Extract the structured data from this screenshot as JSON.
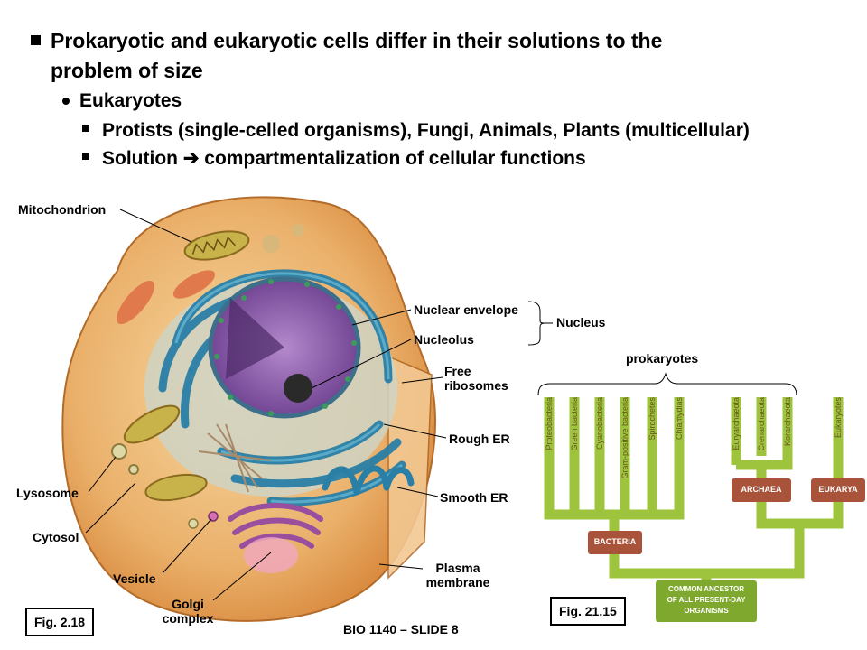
{
  "bullets": {
    "main_line1": "Prokaryotic and eukaryotic cells differ in their solutions to the",
    "main_line2": "problem of size",
    "sub": "Eukaryotes",
    "item1": "Protists (single-celled organisms), Fungi, Animals, Plants (multicellular)",
    "item2_pre": "Solution ",
    "item2_arrow": "➔",
    "item2_post": " compartmentalization of cellular functions"
  },
  "cell_labels": {
    "mitochondrion": "Mitochondrion",
    "nuclear_envelope": "Nuclear envelope",
    "nucleolus": "Nucleolus",
    "nucleus": "Nucleus",
    "free_ribosomes_1": "Free",
    "free_ribosomes_2": "ribosomes",
    "rough_er": "Rough ER",
    "smooth_er": "Smooth ER",
    "plasma_membrane_1": "Plasma",
    "plasma_membrane_2": "membrane",
    "lysosome": "Lysosome",
    "cytosol": "Cytosol",
    "vesicle": "Vesicle",
    "golgi_1": "Golgi",
    "golgi_2": "complex"
  },
  "tree": {
    "prokaryotes_label": "prokaryotes",
    "leaves": [
      "Proteobacteria",
      "Green bacteria",
      "Cyanobacteria",
      "Gram-positive bacteria",
      "Spirochetes",
      "Chlamydias",
      "Euryarchaeota",
      "Crenarchaeota",
      "Korarchaeota",
      "Eukaryotes"
    ],
    "bacteria": "BACTERIA",
    "archaea": "ARCHAEA",
    "eukarya": "EUKARYA",
    "ancestor_1": "COMMON ANCESTOR",
    "ancestor_2": "OF ALL PRESENT-DAY",
    "ancestor_3": "ORGANISMS"
  },
  "figures": {
    "fig_left": "Fig. 2.18",
    "fig_right": "Fig. 21.15"
  },
  "footer": "BIO 1140 – SLIDE 8",
  "colors": {
    "tree_green": "#9dc43c",
    "box_brown": "#a9543a",
    "ancestor_green": "#7ea82e",
    "er_blue": "#2a7fa6",
    "nucleus_purple": "#8b5aa8",
    "cell_orange": "#e9a85a"
  }
}
